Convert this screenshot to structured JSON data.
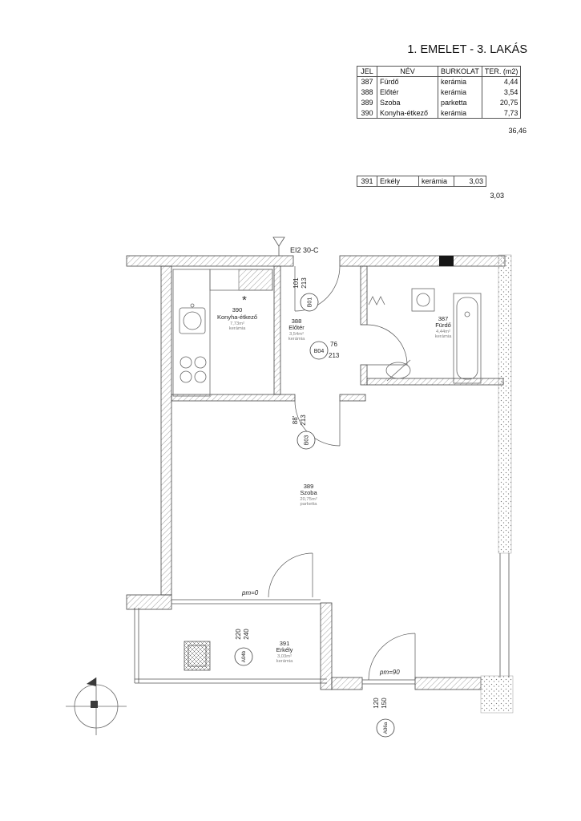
{
  "title": "1. EMELET - 3. LAKÁS",
  "main_table": {
    "headers": [
      "JEL",
      "NÉV",
      "BURKOLAT",
      "TER. (m2)"
    ],
    "rows": [
      {
        "jel": "387",
        "nev": "Fürdő",
        "burkolat": "kerámia",
        "ter": "4,44"
      },
      {
        "jel": "388",
        "nev": "Előtér",
        "burkolat": "kerámia",
        "ter": "3,54"
      },
      {
        "jel": "389",
        "nev": "Szoba",
        "burkolat": "parketta",
        "ter": "20,75"
      },
      {
        "jel": "390",
        "nev": "Konyha-étkező",
        "burkolat": "kerámia",
        "ter": "7,73"
      }
    ],
    "total": "36,46"
  },
  "balcony_table": {
    "rows": [
      {
        "jel": "391",
        "nev": "Erkély",
        "burkolat": "kerámia",
        "ter": "3,03"
      }
    ],
    "total": "3,03"
  },
  "plan": {
    "entrance_label": "EI2 30-C",
    "snowflake": "*",
    "rooms": [
      {
        "id": "390",
        "name": "Konyha-étkező",
        "area": "7,73m²",
        "material": "kerámia"
      },
      {
        "id": "388",
        "name": "Előtér",
        "area": "3,54m²",
        "material": "kerámia"
      },
      {
        "id": "387",
        "name": "Fürdő",
        "area": "4,44m²",
        "material": "kerámia"
      },
      {
        "id": "389",
        "name": "Szoba",
        "area": "20,75m²",
        "material": "parketta"
      },
      {
        "id": "391",
        "name": "Erkély",
        "area": "3,03m²",
        "material": "kerámia"
      }
    ],
    "doors": [
      {
        "tag": "B01",
        "width": "101",
        "height": "213"
      },
      {
        "tag": "B04",
        "width": "76",
        "height": "213"
      },
      {
        "tag": "B03",
        "width": "88'",
        "height": "213"
      },
      {
        "tag": "A04b",
        "width": "220",
        "height": "240"
      },
      {
        "tag": "A06a",
        "width": "120",
        "height": "150"
      }
    ],
    "level_marks": {
      "room": "pm=0",
      "balcony": "pm=90"
    }
  }
}
